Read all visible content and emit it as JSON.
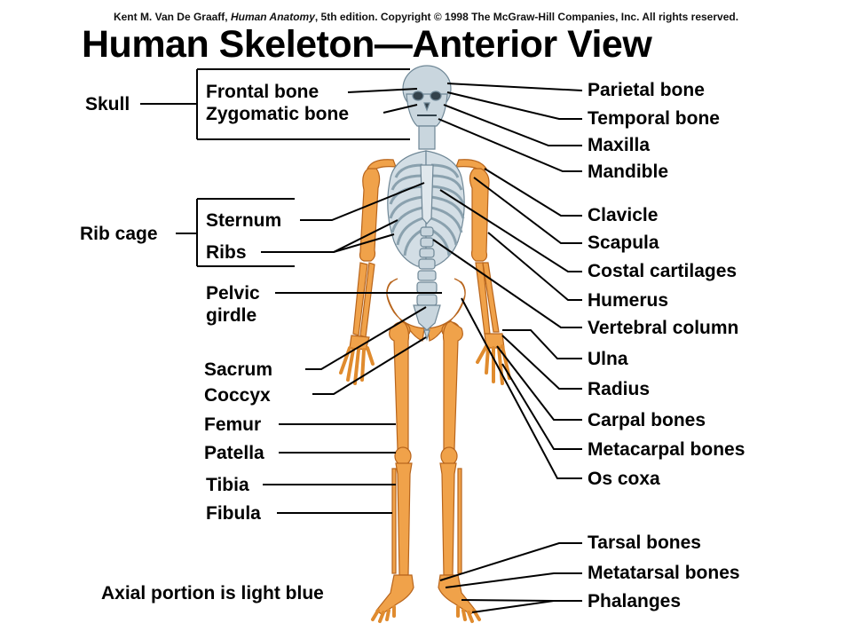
{
  "copyright": {
    "author": "Kent M. Van De Graaff, ",
    "book": "Human Anatomy",
    "rest": ", 5th edition. Copyright © 1998 The McGraw-Hill Companies, Inc. All rights reserved."
  },
  "title": "Human Skeleton—Anterior View",
  "footnote": "Axial portion is light blue",
  "colors": {
    "axial": "#c9d6de",
    "appendicular": "#f0a24a",
    "line": "#000000"
  },
  "groups": {
    "skull": "Skull",
    "rib_cage": "Rib cage"
  },
  "left_labels": {
    "frontal_bone": "Frontal bone",
    "zygomatic_bone": "Zygomatic bone",
    "sternum": "Sternum",
    "ribs": "Ribs",
    "pelvic_girdle_1": "Pelvic",
    "pelvic_girdle_2": "girdle",
    "sacrum": "Sacrum",
    "coccyx": "Coccyx",
    "femur": "Femur",
    "patella": "Patella",
    "tibia": "Tibia",
    "fibula": "Fibula"
  },
  "right_labels": {
    "parietal_bone": "Parietal bone",
    "temporal_bone": "Temporal bone",
    "maxilla": "Maxilla",
    "mandible": "Mandible",
    "clavicle": "Clavicle",
    "scapula": "Scapula",
    "costal_cartilages": "Costal cartilages",
    "humerus": "Humerus",
    "vertebral_column": "Vertebral column",
    "ulna": "Ulna",
    "radius": "Radius",
    "carpal_bones": "Carpal bones",
    "metacarpal_bones": "Metacarpal bones",
    "os_coxa": "Os coxa",
    "tarsal_bones": "Tarsal bones",
    "metatarsal_bones": "Metatarsal bones",
    "phalanges": "Phalanges"
  }
}
